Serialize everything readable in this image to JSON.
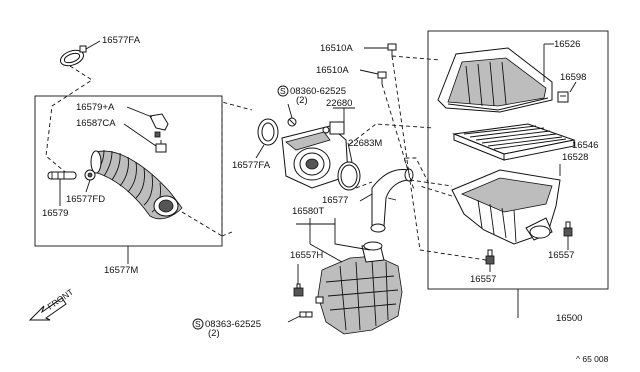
{
  "labels": {
    "p16577FA_top": "16577FA",
    "p16579A": "16579+A",
    "p16587CA": "16587CA",
    "p16577FD": "16577FD",
    "p16579": "16579",
    "p16577M": "16577M",
    "p16577FA_mid": "16577FA",
    "screw1_code": "08360-62525",
    "screw1_qty": "(2)",
    "p22680": "22680",
    "p22683M": "22683M",
    "p16577": "16577",
    "p16580T": "16580T",
    "p16557H": "16557H",
    "screw2_code": "08363-62525",
    "screw2_qty": "(2)",
    "p16510A_1": "16510A",
    "p16510A_2": "16510A",
    "p16526": "16526",
    "p16598": "16598",
    "p16546": "16546",
    "p16528": "16528",
    "p16557_right": "16557",
    "p16557_bottom": "16557",
    "p16500": "16500",
    "s_mark": "S",
    "front": "FRONT",
    "footer": "^ 65  008"
  }
}
